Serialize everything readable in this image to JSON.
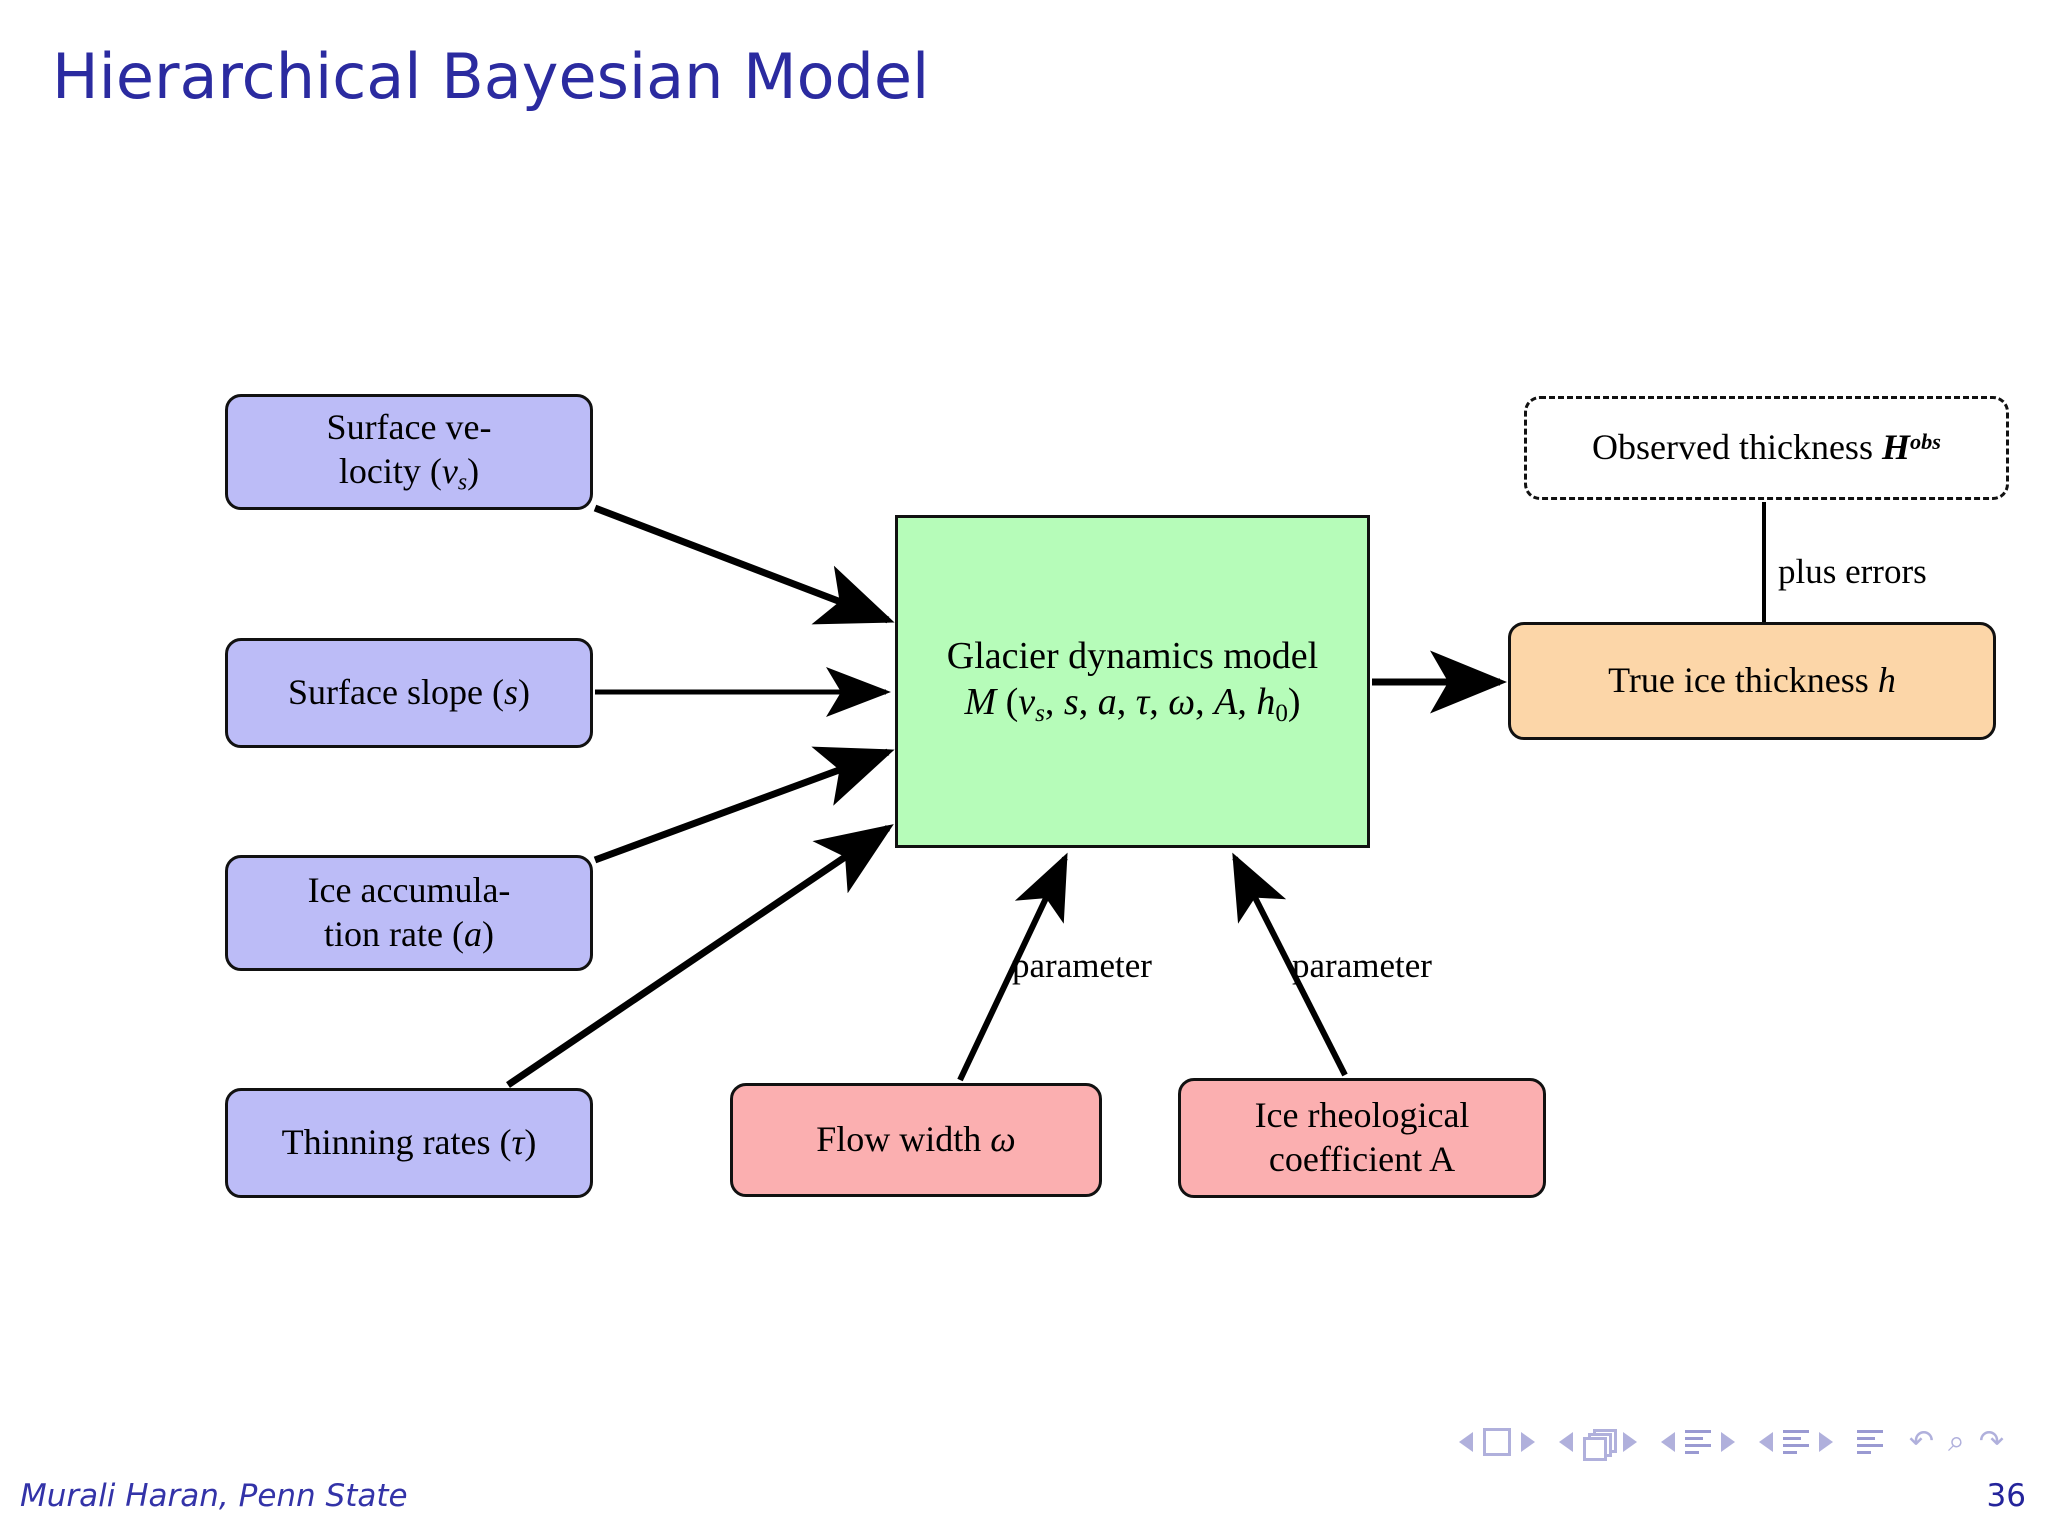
{
  "slide": {
    "title": "Hierarchical Bayesian Model"
  },
  "colors": {
    "title_blue": "#2B2BA0",
    "input_blue": "#BCBCF7",
    "model_green": "#B6FCB9",
    "parameter_pink": "#FBAFB0",
    "output_orange": "#FCD6A8",
    "border_black": "#111111",
    "nav_lavender": "#B0B0DC",
    "footer_blue": "#3333A8"
  },
  "nodes": {
    "surface_velocity": {
      "line1": "Surface ve-",
      "line2_text": "locity (",
      "line2_var": "v",
      "line2_sub": "s",
      "line2_close": ")",
      "color": "blue",
      "shape": "rounded"
    },
    "surface_slope": {
      "text": "Surface slope (",
      "var": "s",
      "close": ")",
      "color": "blue",
      "shape": "rounded"
    },
    "ice_accumulation": {
      "line1": "Ice accumula-",
      "line2_text": "tion rate (",
      "line2_var": "a",
      "line2_close": ")",
      "color": "blue",
      "shape": "rounded"
    },
    "thinning_rates": {
      "text": "Thinning rates (",
      "var": "τ",
      "close": ")",
      "color": "blue",
      "shape": "rounded"
    },
    "glacier_model": {
      "line1": "Glacier dynamics model",
      "fn": "M",
      "open": " (",
      "arg1": "v",
      "arg1_sub": "s",
      "sep1": ", ",
      "arg2": "s",
      "sep2": ", ",
      "arg3": "a",
      "sep3": ", ",
      "arg4": "τ",
      "sep4": ", ",
      "arg5": "ω",
      "sep5": ", ",
      "arg6": "A",
      "sep6": ", ",
      "arg7": "h",
      "arg7_sub": "0",
      "close": ")",
      "color": "green",
      "shape": "square"
    },
    "observed_thickness": {
      "text": "Observed thickness ",
      "var": "H",
      "sup": "obs",
      "color": "white-dashed",
      "shape": "rounded-dashed"
    },
    "true_thickness": {
      "text": "True ice thickness ",
      "var": "h",
      "color": "orange",
      "shape": "rounded"
    },
    "flow_width": {
      "text": "Flow width ",
      "var": "ω",
      "color": "pink",
      "shape": "rounded"
    },
    "ice_rheological": {
      "line1": "Ice rheological",
      "line2": "coefficient A",
      "color": "pink",
      "shape": "rounded"
    }
  },
  "edge_labels": {
    "plus_errors": "plus errors",
    "parameter_left": "parameter",
    "parameter_right": "parameter"
  },
  "footer": {
    "author": "Murali Haran, Penn State",
    "page": "36"
  },
  "navigation": {
    "icons": [
      "nav-prev-frame-icon",
      "nav-frame-icon",
      "nav-next-frame-icon",
      "nav-prev-subsection-icon",
      "nav-subsection-icon",
      "nav-next-subsection-icon",
      "nav-prev-section-icon",
      "nav-section-icon",
      "nav-next-section-icon",
      "nav-prev-part-icon",
      "nav-part-icon",
      "nav-next-part-icon",
      "nav-toc-icon",
      "nav-back-icon",
      "nav-search-icon",
      "nav-forward-icon"
    ],
    "back_symbol": "↶",
    "search_symbol": "⌕",
    "forward_symbol": "↷"
  }
}
